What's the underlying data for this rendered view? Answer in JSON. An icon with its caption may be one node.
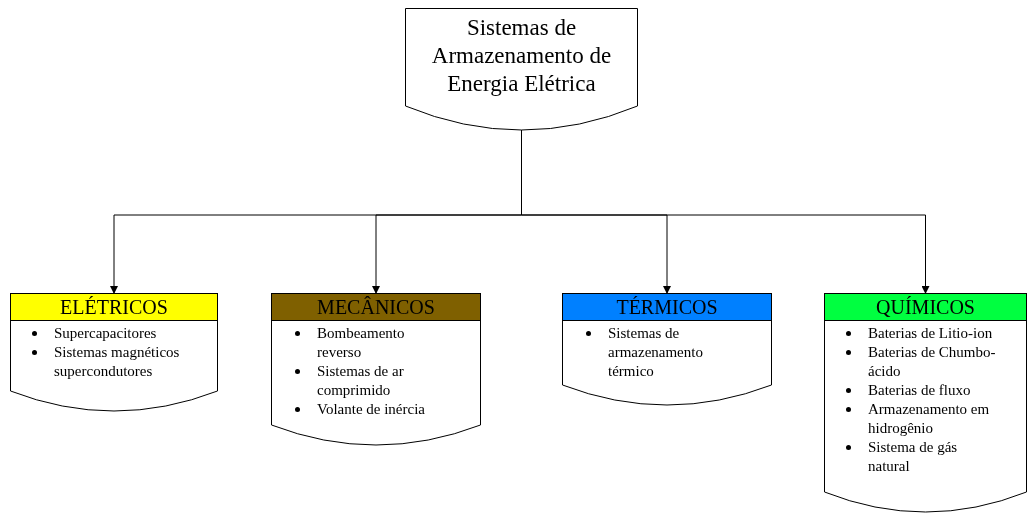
{
  "diagram": {
    "nodes": [
      {
        "text": [
          "Sistemas de Armazenamento de Energia Elétrica"
        ]
      },
      {
        "text": [
          "ELÉTRICOS",
          "Supercapacitores",
          "Sistemas magnéticos supercondutores"
        ]
      },
      {
        "text": [
          "MECÂNICOS",
          "Bombeamento reverso",
          "Sistemas de ar comprimido",
          "Volante de inércia"
        ]
      },
      {
        "text": [
          "TÉRMICOS",
          "Sistemas de armazenamento térmico"
        ]
      },
      {
        "text": [
          "QUÍMICOS",
          "Baterias de Litio-ion",
          "Baterias de Chumbo-ácido",
          "Baterias de fluxo",
          "Armazenamento em hidrogênio",
          "Sistema de gás natural"
        ]
      }
    ],
    "edges": [
      {
        "from": 0,
        "to": 1,
        "arrow": "to"
      },
      {
        "from": 0,
        "to": 2,
        "arrow": "to"
      },
      {
        "from": 0,
        "to": 3,
        "arrow": "to"
      },
      {
        "from": 0,
        "to": 4,
        "arrow": "to"
      }
    ]
  }
}
